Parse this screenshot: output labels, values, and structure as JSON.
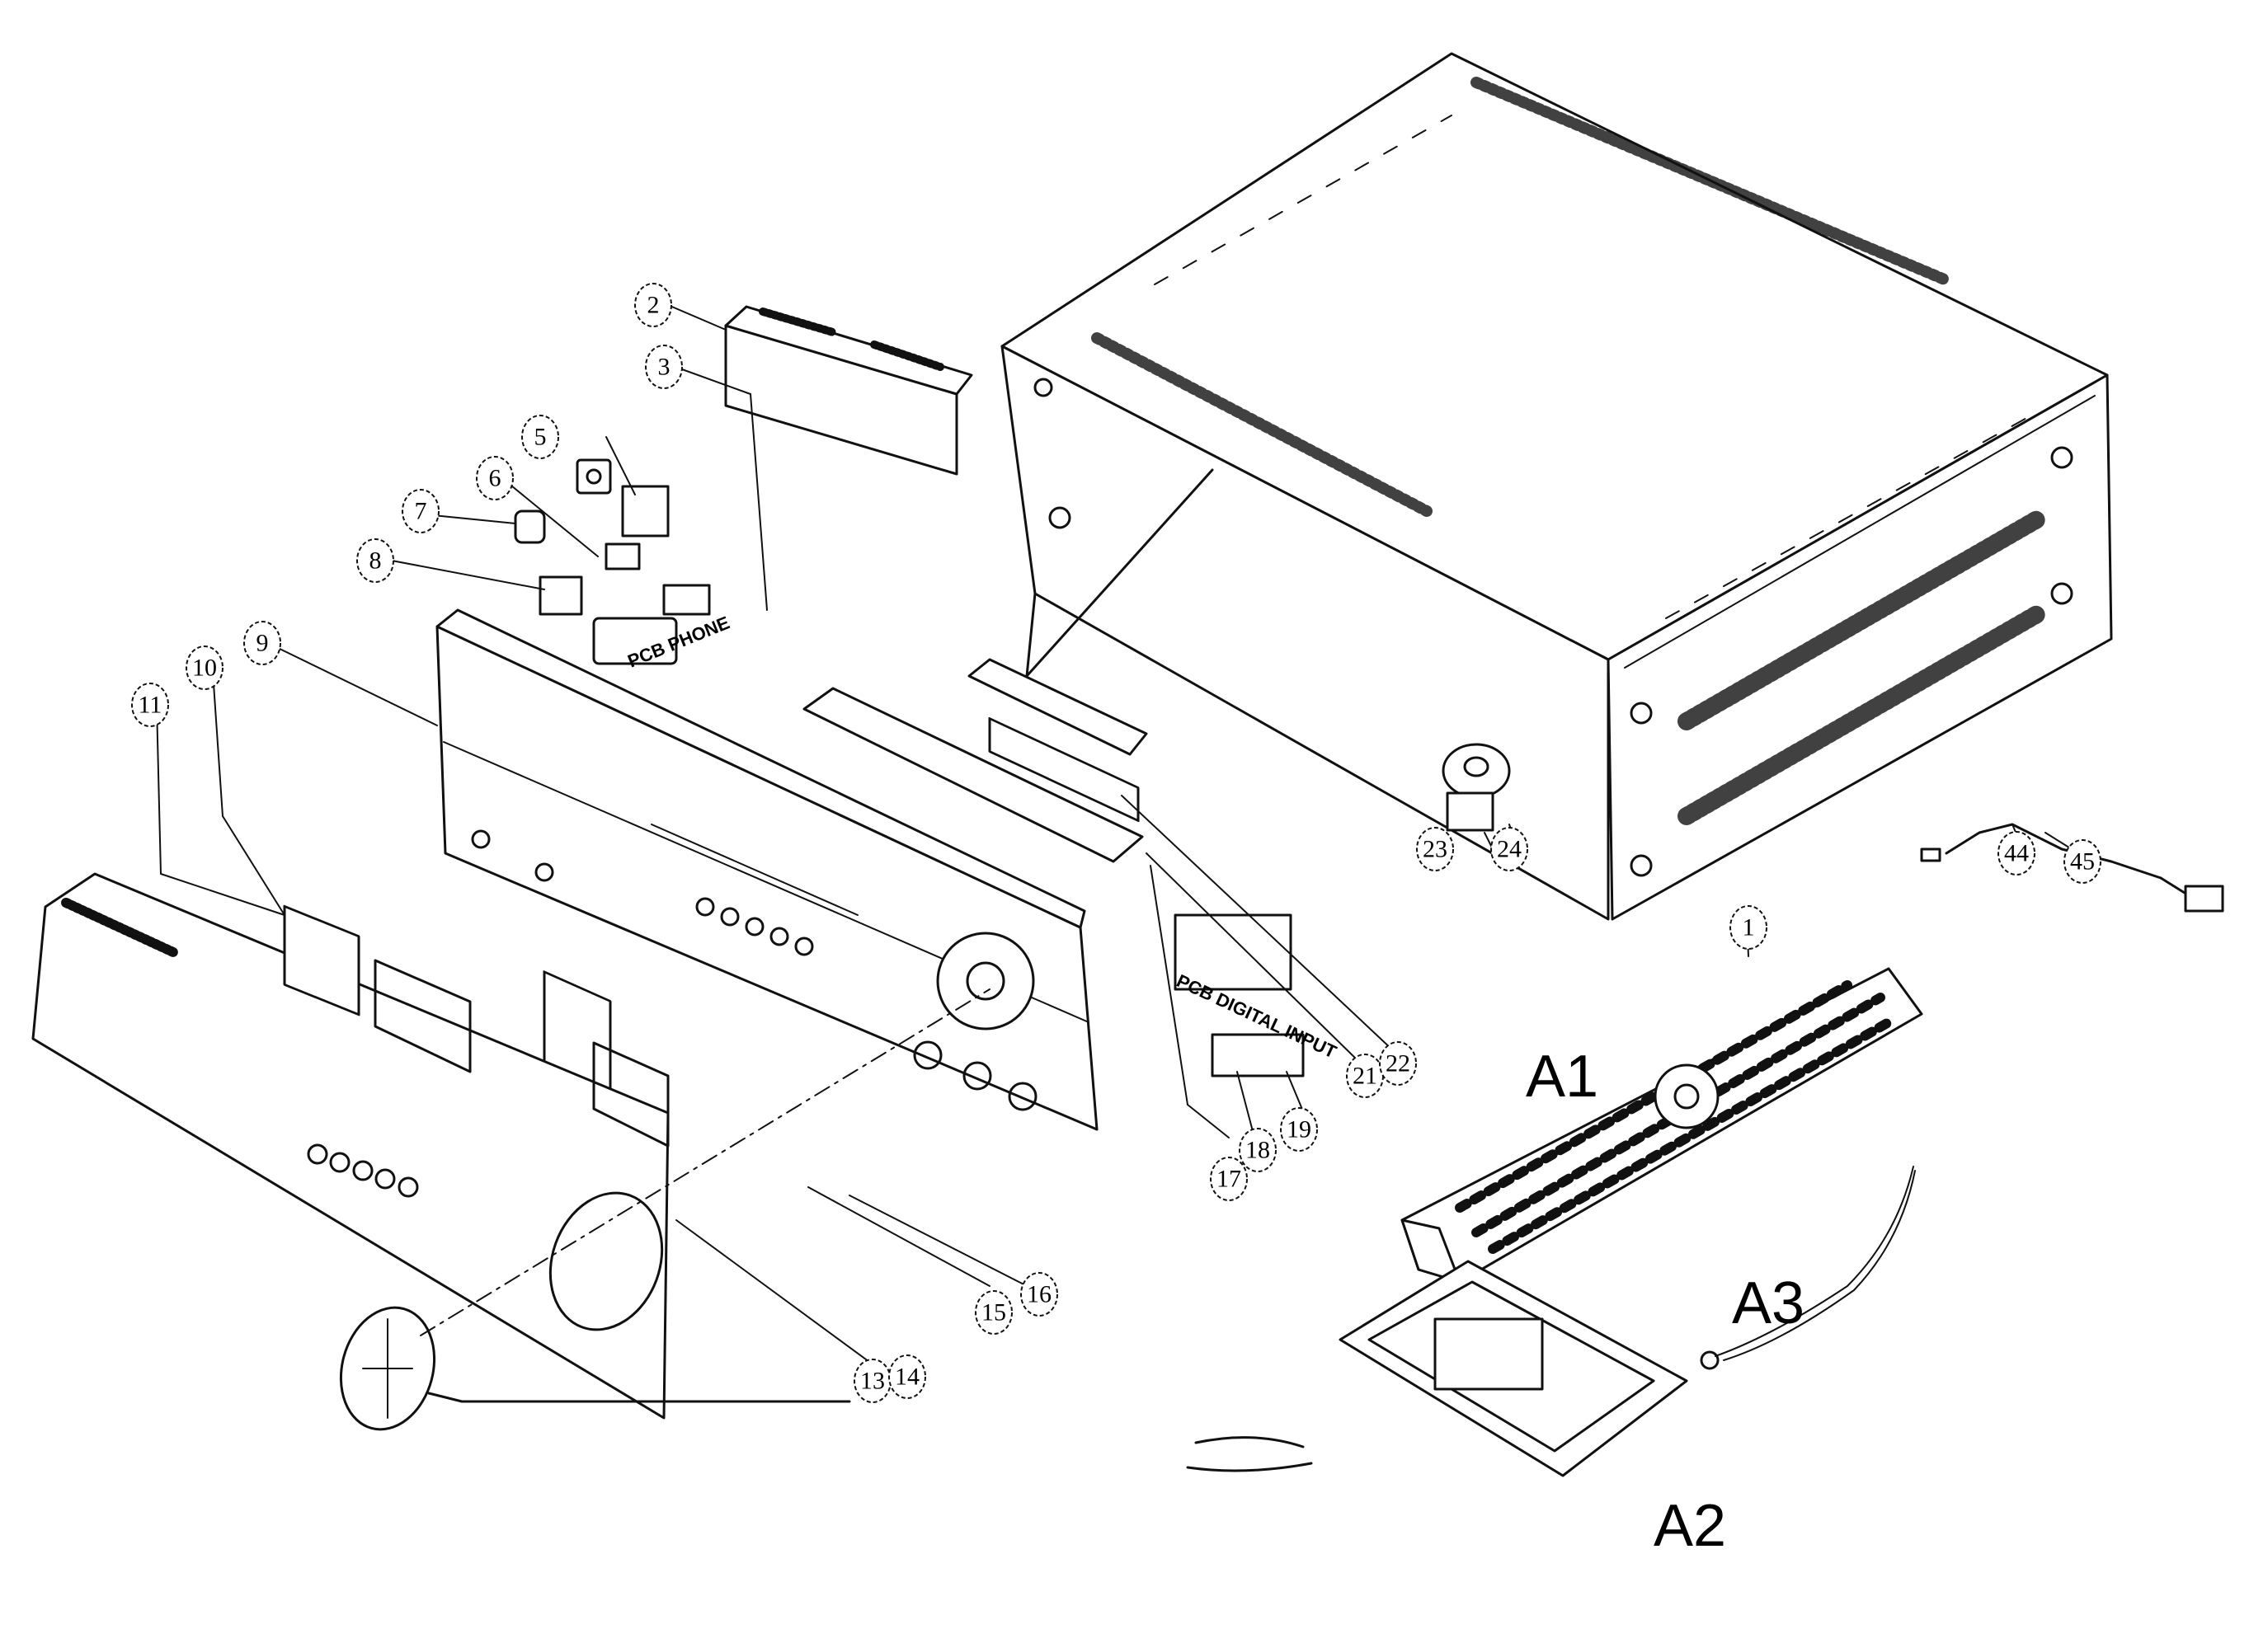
{
  "callouts": [
    "1",
    "2",
    "3",
    "5",
    "6",
    "7",
    "8",
    "9",
    "10",
    "11",
    "13",
    "14",
    "15",
    "16",
    "17",
    "18",
    "19",
    "21",
    "22",
    "23",
    "24",
    "44",
    "45"
  ],
  "pcb_labels": {
    "phone": "PCB PHONE",
    "digital_input": "PCB DIGITAL INPUT"
  },
  "accessories": {
    "a1": "A1",
    "a2": "A2",
    "a3": "A3"
  }
}
